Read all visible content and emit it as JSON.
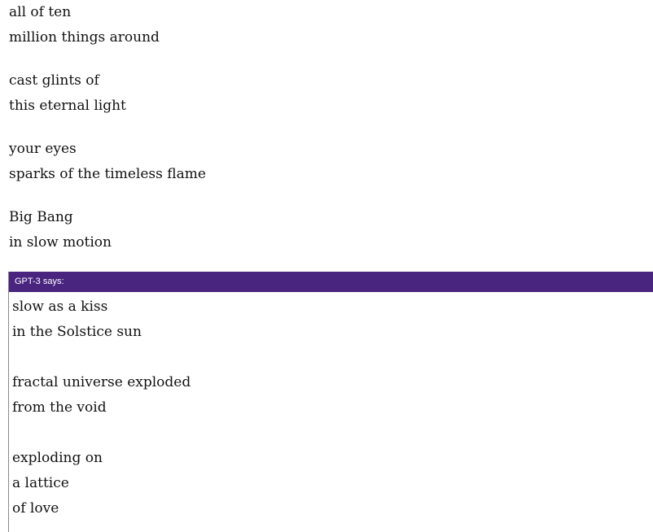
{
  "poem": {
    "stanzas": [
      {
        "lines": [
          "all of ten",
          "million things around"
        ]
      },
      {
        "lines": [
          "cast glints of",
          "this eternal light"
        ]
      },
      {
        "lines": [
          "your eyes",
          "sparks of the timeless flame"
        ]
      },
      {
        "lines": [
          "Big Bang",
          "in slow motion"
        ]
      }
    ]
  },
  "gpt_panel": {
    "header": "GPT-3 says:",
    "stanzas": [
      {
        "lines": [
          "slow as a kiss",
          "in the Solstice sun"
        ]
      },
      {
        "lines": [
          "fractal universe exploded",
          "from the void"
        ]
      },
      {
        "lines": [
          "exploding on",
          "a lattice",
          "of love"
        ]
      }
    ]
  }
}
